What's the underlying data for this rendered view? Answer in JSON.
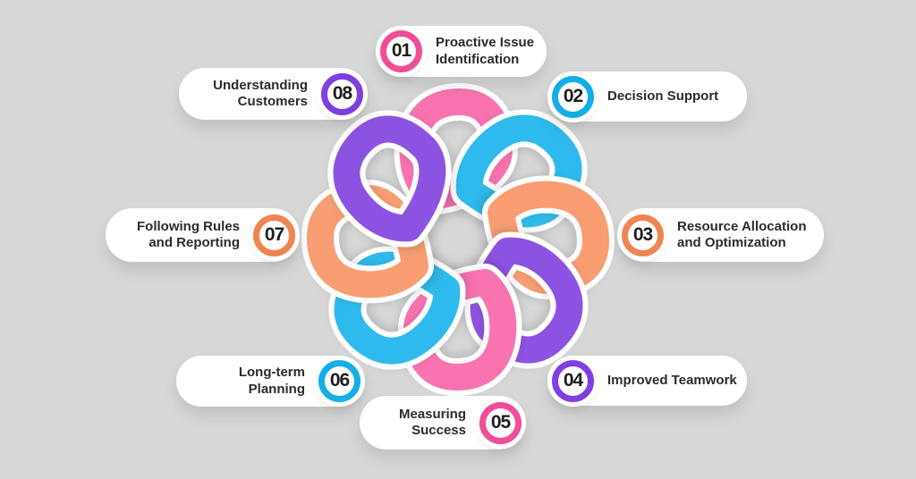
{
  "theme": {
    "background": "#d7d7d7",
    "pill_background": "#ffffff",
    "label_text_color": "#2c2c2c",
    "number_text_color": "#1d1d1d"
  },
  "items": [
    {
      "number": "01",
      "label": "Proactive Issue\nIdentification",
      "color_name": "pink",
      "badge_hex": "#EF4D97"
    },
    {
      "number": "02",
      "label": "Decision Support",
      "color_name": "blue",
      "badge_hex": "#14AEE6"
    },
    {
      "number": "03",
      "label": "Resource Allocation\nand Optimization",
      "color_name": "orange",
      "badge_hex": "#EF8551"
    },
    {
      "number": "04",
      "label": "Improved Teamwork",
      "color_name": "purple",
      "badge_hex": "#7E3FE0"
    },
    {
      "number": "05",
      "label": "Measuring\nSuccess",
      "color_name": "pink",
      "badge_hex": "#EF4D97"
    },
    {
      "number": "06",
      "label": "Long-term\nPlanning",
      "color_name": "blue",
      "badge_hex": "#14AEE6"
    },
    {
      "number": "07",
      "label": "Following Rules\nand Reporting",
      "color_name": "orange",
      "badge_hex": "#EF8551"
    },
    {
      "number": "08",
      "label": "Understanding\nCustomers",
      "color_name": "purple",
      "badge_hex": "#7E3FE0"
    }
  ],
  "knot": {
    "petals": [
      {
        "position": "top",
        "color_name": "pink",
        "hex": "#F873B0"
      },
      {
        "position": "top-right",
        "color_name": "blue",
        "hex": "#2FBAEC"
      },
      {
        "position": "right",
        "color_name": "orange",
        "hex": "#F89E72"
      },
      {
        "position": "bottom-right",
        "color_name": "purple",
        "hex": "#8C52E2"
      },
      {
        "position": "bottom",
        "color_name": "pink",
        "hex": "#F873B0"
      },
      {
        "position": "bottom-left",
        "color_name": "blue",
        "hex": "#2FBAEC"
      },
      {
        "position": "left",
        "color_name": "orange",
        "hex": "#F89E72"
      },
      {
        "position": "top-left",
        "color_name": "purple",
        "hex": "#8C52E2"
      }
    ],
    "outline_color": "#ffffff"
  }
}
